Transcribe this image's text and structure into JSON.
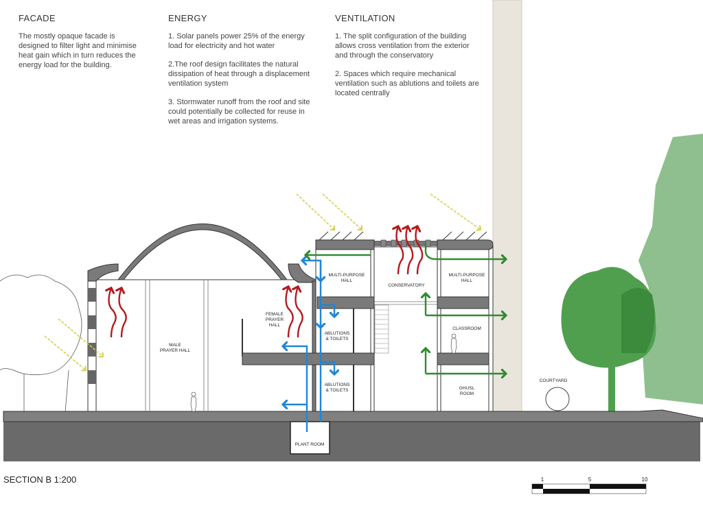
{
  "facade": {
    "heading": "FACADE",
    "text": "The mostly opaque facade is designed to filter light and minimise heat gain which in turn reduces the energy load for the building."
  },
  "energy": {
    "heading": "ENERGY",
    "items": [
      "1. Solar panels power 25% of the energy load for electricity and hot water",
      "2.The roof design facilitates the natural dissipation of heat through a displacement ventilation system",
      "3. Stormwater runoff from the roof and site could potentially be collected for reuse in wet areas and irrigation systems."
    ]
  },
  "ventilation": {
    "heading": "VENTILATION",
    "items": [
      "1. The split configuration of the building allows cross ventilation from the exterior and through the conservatory",
      "2. Spaces which require mechanical ventilation such as ablutions and toilets are located centrally"
    ]
  },
  "labels": {
    "male_prayer_1": "MALE",
    "male_prayer_2": "PRAYER HALL",
    "female_1": "FEMALE",
    "female_2": "PRAYER",
    "female_3": "HALL",
    "mph_left_1": "MULTI-PURPOSE",
    "mph_left_2": "HALL",
    "conservatory": "CONSERVATORY",
    "mph_right_1": "MULTI-PURPOSE",
    "mph_right_2": "HALL",
    "ablutions_upper_1": "ABLUTIONS",
    "ablutions_upper_2": "& TOILETS",
    "ablutions_lower_1": "ABLUTIONS",
    "ablutions_lower_2": "& TOILETS",
    "classroom": "CLASSROOM",
    "ghusl_1": "GHUSL",
    "ghusl_2": "ROOM",
    "courtyard": "COURTYARD",
    "plant_room": "PLANT ROOM"
  },
  "section_title": "SECTION B  1:200",
  "scale": {
    "ticks": [
      "1",
      "5",
      "10"
    ]
  },
  "colors": {
    "heat": "#b5191c",
    "air_blue": "#1f86d6",
    "air_green": "#2e8b2e",
    "sun": "#d8cf4a",
    "slab": "#7a7a7a",
    "earth": "#6a6a6a",
    "tower": "#e9e5dd",
    "tree": "#5aa85a"
  }
}
